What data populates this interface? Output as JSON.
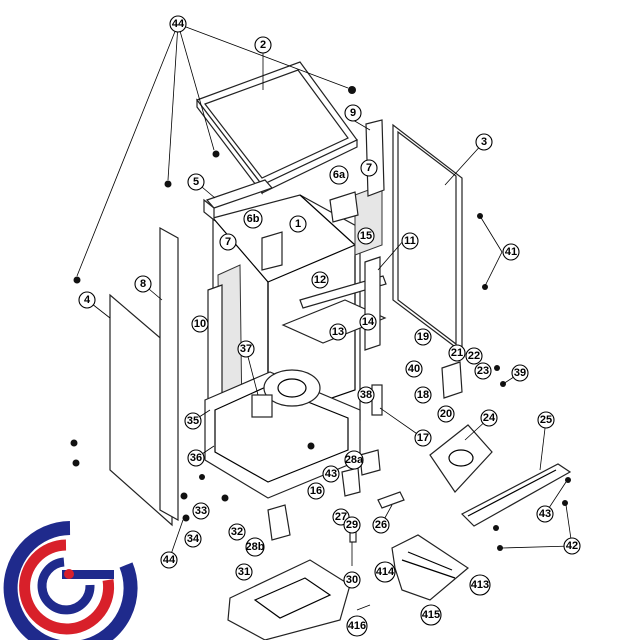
{
  "colors": {
    "logo_blue": "#1f2a8c",
    "logo_red": "#d8202a",
    "line": "#000000"
  },
  "logo": {
    "name": "brand-swirl-logo"
  },
  "callouts": [
    {
      "id": "44a",
      "text": "44"
    },
    {
      "id": "2",
      "text": "2"
    },
    {
      "id": "9",
      "text": "9"
    },
    {
      "id": "3",
      "text": "3"
    },
    {
      "id": "5",
      "text": "5"
    },
    {
      "id": "7a",
      "text": "7"
    },
    {
      "id": "6a",
      "text": "6a"
    },
    {
      "id": "6b",
      "text": "6b"
    },
    {
      "id": "1",
      "text": "1"
    },
    {
      "id": "7b",
      "text": "7"
    },
    {
      "id": "15",
      "text": "15"
    },
    {
      "id": "11",
      "text": "11"
    },
    {
      "id": "41",
      "text": "41"
    },
    {
      "id": "8",
      "text": "8"
    },
    {
      "id": "4",
      "text": "4"
    },
    {
      "id": "12",
      "text": "12"
    },
    {
      "id": "10",
      "text": "10"
    },
    {
      "id": "13",
      "text": "13"
    },
    {
      "id": "14",
      "text": "14"
    },
    {
      "id": "19",
      "text": "19"
    },
    {
      "id": "37",
      "text": "37"
    },
    {
      "id": "21",
      "text": "21"
    },
    {
      "id": "22",
      "text": "22"
    },
    {
      "id": "40",
      "text": "40"
    },
    {
      "id": "23",
      "text": "23"
    },
    {
      "id": "39",
      "text": "39"
    },
    {
      "id": "18",
      "text": "18"
    },
    {
      "id": "38",
      "text": "38"
    },
    {
      "id": "20",
      "text": "20"
    },
    {
      "id": "35",
      "text": "35"
    },
    {
      "id": "24",
      "text": "24"
    },
    {
      "id": "25",
      "text": "25"
    },
    {
      "id": "17",
      "text": "17"
    },
    {
      "id": "36",
      "text": "36"
    },
    {
      "id": "28a",
      "text": "28a"
    },
    {
      "id": "43a",
      "text": "43"
    },
    {
      "id": "16",
      "text": "16"
    },
    {
      "id": "33",
      "text": "33"
    },
    {
      "id": "43b",
      "text": "43"
    },
    {
      "id": "27",
      "text": "27"
    },
    {
      "id": "29",
      "text": "29"
    },
    {
      "id": "26",
      "text": "26"
    },
    {
      "id": "34",
      "text": "34"
    },
    {
      "id": "32",
      "text": "32"
    },
    {
      "id": "42",
      "text": "42"
    },
    {
      "id": "44b",
      "text": "44"
    },
    {
      "id": "28b",
      "text": "28b"
    },
    {
      "id": "414",
      "text": "414"
    },
    {
      "id": "413",
      "text": "413"
    },
    {
      "id": "31",
      "text": "31"
    },
    {
      "id": "30",
      "text": "30"
    },
    {
      "id": "415",
      "text": "415"
    },
    {
      "id": "416",
      "text": "416"
    }
  ]
}
